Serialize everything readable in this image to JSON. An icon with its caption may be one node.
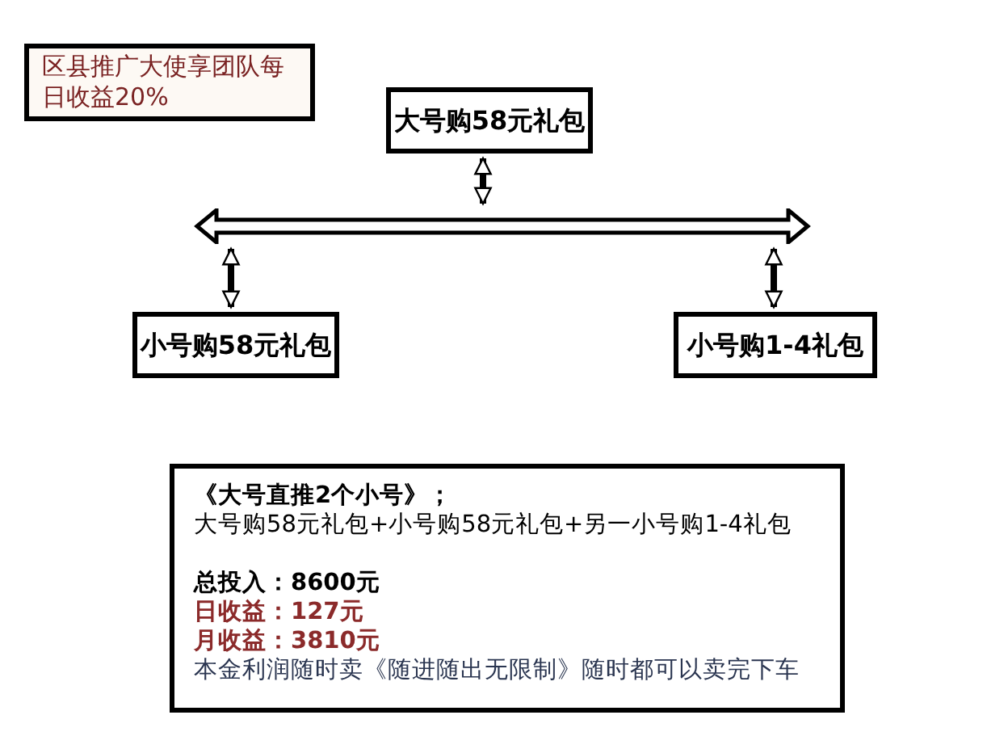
{
  "diagram": {
    "nodes": [
      {
        "text": [
          "区县推广大使享团队每日收益20%"
        ]
      },
      {
        "text": [
          "大号购58元礼包"
        ]
      },
      {
        "text": [],
        "shape": "bar"
      },
      {
        "text": [
          "小号购58元礼包"
        ]
      },
      {
        "text": [
          "小号购1-4礼包"
        ]
      },
      {
        "text": [
          "《大号直推2个小号》；",
          "大号购58元礼包+小号购58元礼包+另一小号购1-4礼包",
          "总投入：**8600元**",
          "日收益：**127元**",
          "月收益：**3810元**",
          "本金利润随时卖《随进随出无限制》随时都可以卖完下车"
        ]
      }
    ],
    "edges": [
      {
        "from": 1,
        "to": 2,
        "arrow": "both"
      },
      {
        "from": 2,
        "to": 3,
        "arrow": "both"
      },
      {
        "from": 2,
        "to": 4,
        "arrow": "both"
      }
    ]
  }
}
